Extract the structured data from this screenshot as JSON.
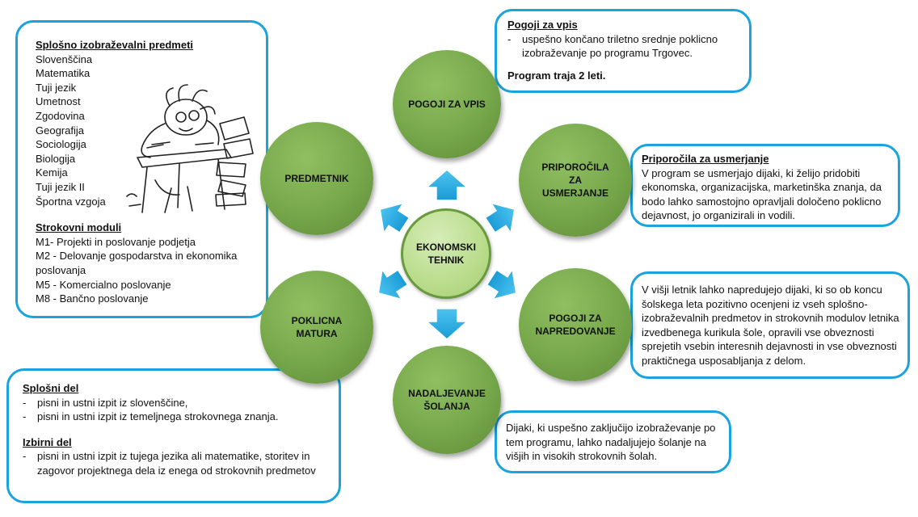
{
  "subjects": {
    "general_title": "Splošno izobraževalni predmeti",
    "general": [
      "Slovenščina",
      "Matematika",
      "Tuji jezik",
      "Umetnost",
      "Zgodovina",
      "Geografija",
      "Sociologija",
      "Biologija",
      "Kemija",
      "Tuji jezik II",
      "Športna vzgoja"
    ],
    "modules_title": "Strokovni moduli",
    "modules": [
      "M1- Projekti in poslovanje podjetja",
      "M2 - Delovanje gospodarstva in ekonomika",
      "poslovanja",
      "M5 - Komercialno poslovanje",
      "M8 - Bančno poslovanje"
    ]
  },
  "enrollment": {
    "title": "Pogoji za vpis",
    "items": [
      "uspešno končano triletno srednje poklicno izobraževanje po programu Trgovec."
    ],
    "note": "Program traja 2 leti."
  },
  "guidance": {
    "title": "Priporočila za usmerjanje",
    "text": "V program se usmerjajo dijaki, ki želijo pridobiti ekonomska, organizacijska, marketinška znanja, da bodo lahko samostojno opravljali določeno poklicno dejavnost, jo organizirali in vodili."
  },
  "progression": {
    "text": "V višji letnik lahko napredujejo dijaki, ki so ob koncu šolskega leta pozitivno ocenjeni iz vseh splošno-izobraževalnih predmetov in strokovnih modulov letnika izvedbenega kurikula šole, opravili vse obveznosti sprejetih vsebin interesnih dejavnosti in vse obveznosti praktičnega usposabljanja z delom."
  },
  "continuation": {
    "text": "Dijaki, ki uspešno zaključijo izobraževanje po tem programu, lahko nadaljujejo šolanje na višjih in visokih strokovnih šolah."
  },
  "matura": {
    "general_title": "Splošni del",
    "general_items": [
      "pisni in ustni izpit iz slovenščine,",
      "pisni in ustni izpit iz temeljnega strokovnega znanja."
    ],
    "elective_title": "Izbirni del",
    "elective_items": [
      "pisni in ustni izpit iz tujega jezika ali matematike, storitev in zagovor projektnega dela iz enega od strokovnih predmetov"
    ]
  },
  "circles": {
    "center": "EKONOMSKI TEHNIK",
    "top": "POGOJI ZA VPIS",
    "top_right": "PRIPOROČILA ZA USMERJANJE",
    "bottom_right": "POGOJI ZA NAPREDOVANJE",
    "bottom": "NADALJEVANJE ŠOLANJA",
    "bottom_left": "POKLICNA MATURA",
    "top_left": "PREDMETNIK"
  },
  "colors": {
    "border": "#1aa3dc",
    "arrow": "#33b3e6",
    "circle_green": "#76a74a",
    "center_green": "#b9dc8b"
  },
  "illustration": "stressed-student-at-desk-illustration"
}
